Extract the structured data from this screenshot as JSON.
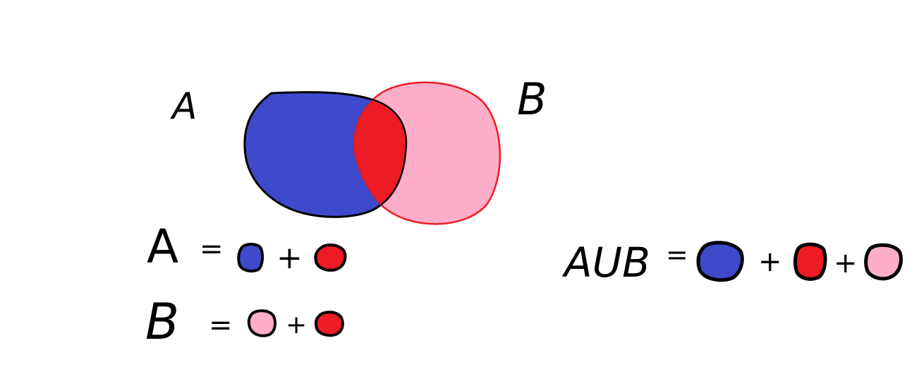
{
  "labels": {
    "set_a": "A",
    "set_b": "B"
  },
  "equations": {
    "a": {
      "lhs": "A",
      "eq": "=",
      "plus": "+"
    },
    "b": {
      "lhs": "B",
      "eq": "=",
      "plus": "+"
    },
    "union": {
      "lhs": "AUB",
      "eq": "=",
      "plus1": "+",
      "plus2": "+"
    }
  },
  "colors": {
    "a_only": "#3f49cb",
    "intersection": "#ed1c24",
    "b_only": "#ffaec9",
    "b_outline": "#ed1c24",
    "ink": "#000000",
    "background": "#ffffff"
  }
}
